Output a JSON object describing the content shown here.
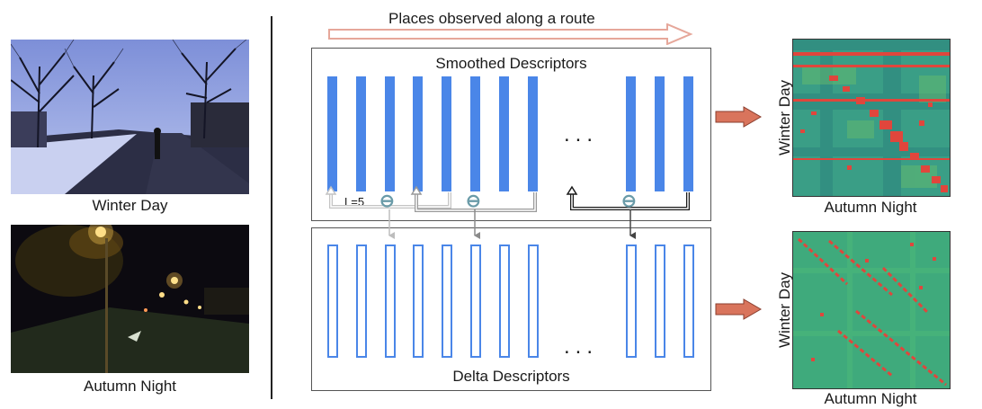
{
  "route": {
    "label": "Places observed along a route"
  },
  "photos": [
    {
      "caption": "Winter Day"
    },
    {
      "caption": "Autumn Night"
    }
  ],
  "smoothed": {
    "title": "Smoothed Descriptors",
    "window_label": "L=5"
  },
  "delta": {
    "title": "Delta Descriptors"
  },
  "ellipsis": "...",
  "subtract_symbol": "⊖",
  "matrices": [
    {
      "x_label": "Autumn Night",
      "y_label": "Winter Day"
    },
    {
      "x_label": "Autumn Night",
      "y_label": "Winter Day"
    }
  ],
  "colors": {
    "descriptor": "#4a86e8",
    "arrow": "#d9745c",
    "matrix_bg": "#3faa7c",
    "match": "#e0463c"
  }
}
